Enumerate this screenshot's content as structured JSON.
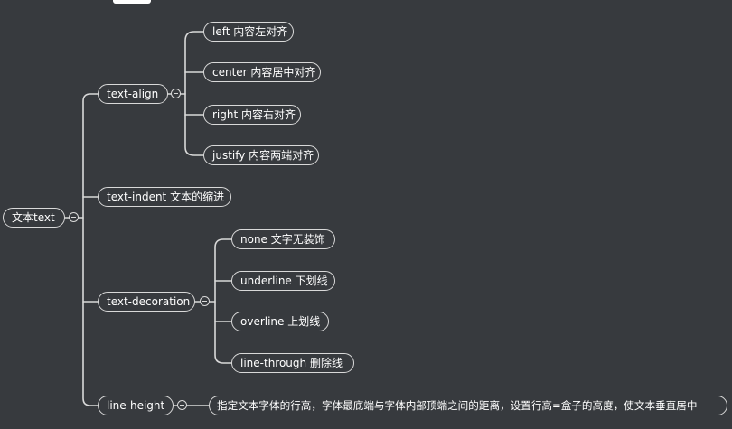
{
  "mindmap": {
    "root": {
      "label": "文本text"
    },
    "branches": [
      {
        "label": "text-align",
        "children": [
          {
            "label": "left 内容左对齐"
          },
          {
            "label": "center 内容居中对齐"
          },
          {
            "label": "right 内容右对齐"
          },
          {
            "label": "justify 内容两端对齐"
          }
        ]
      },
      {
        "label": "text-indent 文本的缩进",
        "children": []
      },
      {
        "label": "text-decoration",
        "children": [
          {
            "label": "none 文字无装饰"
          },
          {
            "label": "underline 下划线"
          },
          {
            "label": "overline 上划线"
          },
          {
            "label": "line-through  删除线"
          }
        ]
      },
      {
        "label": "line-height",
        "children": [
          {
            "label": "指定文本字体的行高，字体最底端与字体内部顶端之间的距离，设置行高=盒子的高度，使文本垂直居中"
          }
        ]
      }
    ]
  },
  "colors": {
    "background": "#373a3e",
    "line": "#d9d9d9",
    "text": "#ffffff"
  }
}
